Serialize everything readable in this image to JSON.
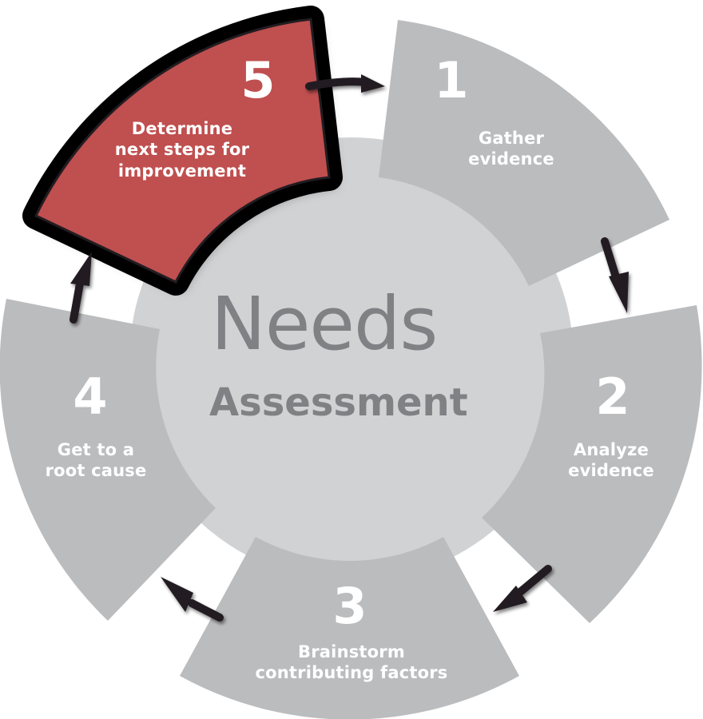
{
  "diagram": {
    "title_line1": "Needs",
    "title_line2": "Assessment",
    "colors": {
      "inner_circle": "#d1d2d4",
      "segment": "#bbbcbe",
      "highlight": "#c0504f",
      "highlight_outline": "#000000",
      "text_white": "#ffffff",
      "title_text": "#808184",
      "arrow": "#231f20"
    },
    "steps": [
      {
        "number": "1",
        "label_line1": "Gather",
        "label_line2": "evidence",
        "highlighted": false
      },
      {
        "number": "2",
        "label_line1": "Analyze",
        "label_line2": "evidence",
        "highlighted": false
      },
      {
        "number": "3",
        "label_line1": "Brainstorm",
        "label_line2": "contributing factors",
        "highlighted": false
      },
      {
        "number": "4",
        "label_line1": "Get to a",
        "label_line2": "root cause",
        "highlighted": false
      },
      {
        "number": "5",
        "label_line1": "Determine",
        "label_line2": "next steps for",
        "label_line3": "improvement",
        "highlighted": true
      }
    ],
    "flow": [
      "5 → 1",
      "1 → 2",
      "2 → 3",
      "3 → 4",
      "4 → 5"
    ]
  }
}
